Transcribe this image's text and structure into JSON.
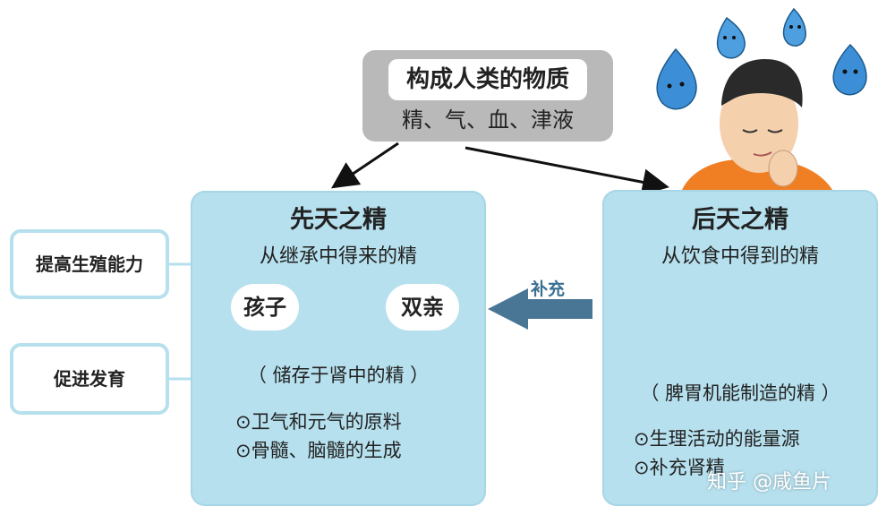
{
  "top": {
    "title": "构成人类的物质",
    "subtitle": "精、气、血、津液"
  },
  "left_panel": {
    "title": "先天之精",
    "subtitle": "从继承中得来的精",
    "child": "孩子",
    "parents": "双亲",
    "note": "（ 储存于肾中的精 ）",
    "bullets": [
      "⊙卫气和元气的原料",
      "⊙骨髓、脑髓的生成"
    ]
  },
  "right_panel": {
    "title": "后天之精",
    "subtitle": "从饮食中得到的精",
    "note": "（ 脾胃机能制造的精 ）",
    "bullets": [
      "⊙生理活动的能量源",
      "⊙补充肾精"
    ]
  },
  "side_boxes": [
    "提高生殖能力",
    "促进发育"
  ],
  "arrow_label": "补充",
  "watermark": "知乎 @咸鱼片",
  "colors": {
    "panel": "#b6e0ee",
    "top_box": "#b9b9b9",
    "arrow": "#4a7696"
  },
  "icons": [
    "apple-icon",
    "banana-icon",
    "rice-bowl-icon",
    "chicken-leg-icon",
    "fish-icon",
    "person-illustration",
    "water-drop-character"
  ]
}
